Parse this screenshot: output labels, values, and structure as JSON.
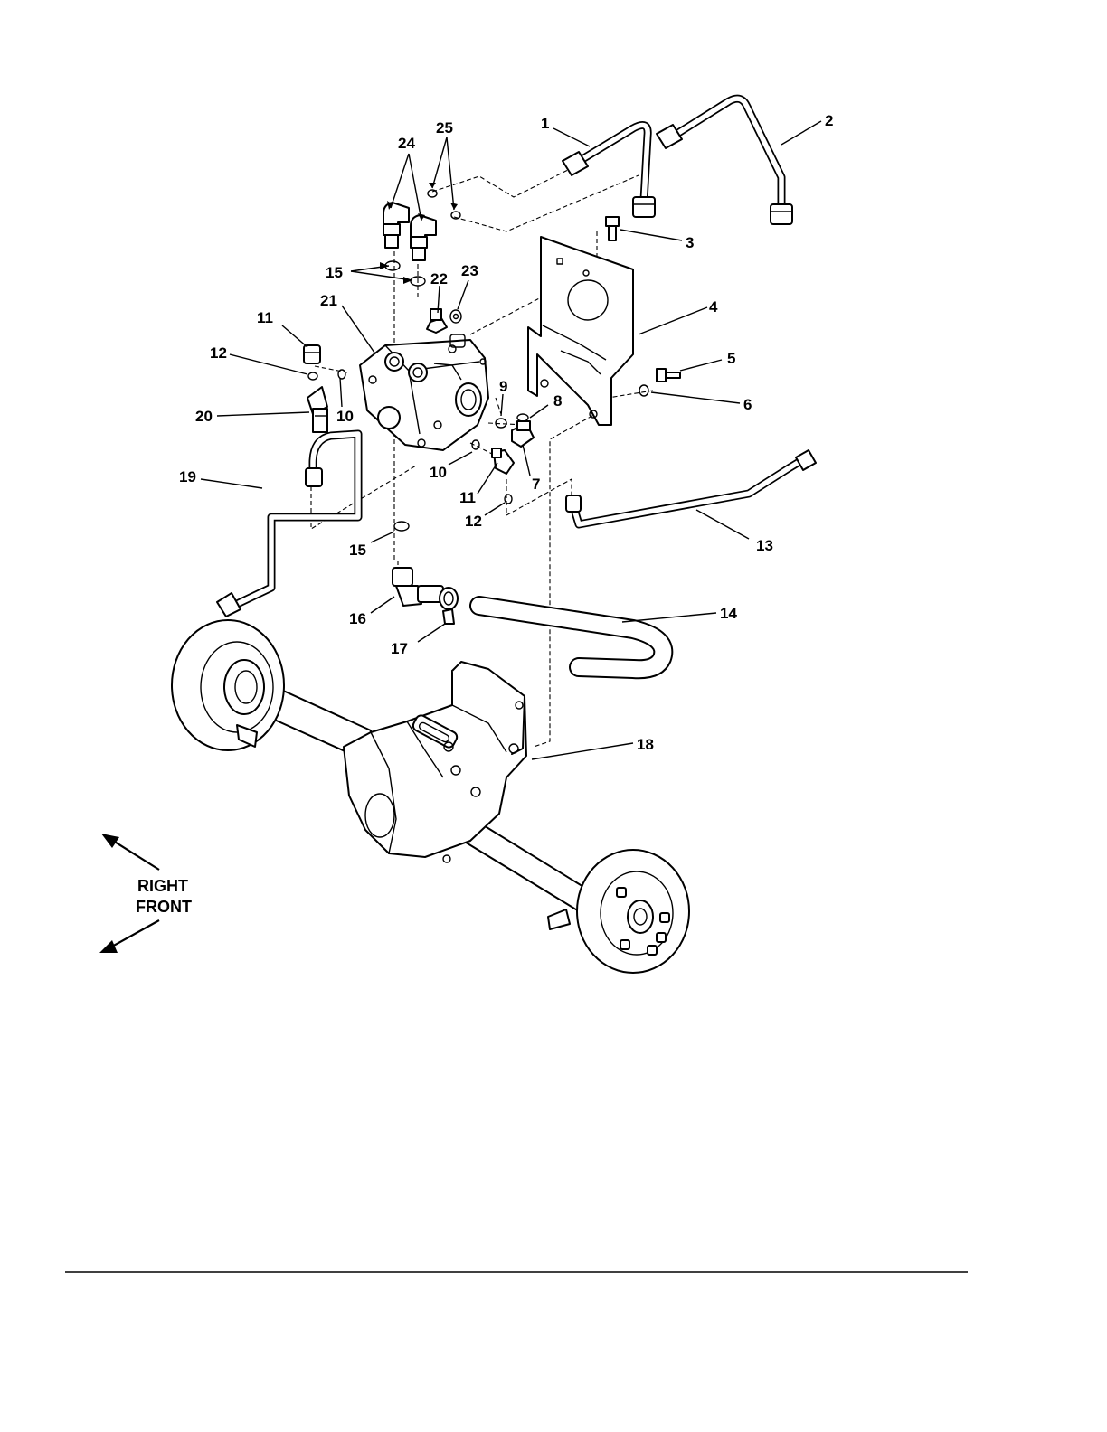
{
  "callouts": [
    {
      "id": "1",
      "text": "1"
    },
    {
      "id": "2",
      "text": "2"
    },
    {
      "id": "3",
      "text": "3"
    },
    {
      "id": "4",
      "text": "4"
    },
    {
      "id": "5",
      "text": "5"
    },
    {
      "id": "6",
      "text": "6"
    },
    {
      "id": "7",
      "text": "7"
    },
    {
      "id": "8",
      "text": "8"
    },
    {
      "id": "9",
      "text": "9"
    },
    {
      "id": "10a",
      "text": "10"
    },
    {
      "id": "10b",
      "text": "10"
    },
    {
      "id": "11a",
      "text": "11"
    },
    {
      "id": "11b",
      "text": "11"
    },
    {
      "id": "12a",
      "text": "12"
    },
    {
      "id": "12b",
      "text": "12"
    },
    {
      "id": "13",
      "text": "13"
    },
    {
      "id": "14",
      "text": "14"
    },
    {
      "id": "15a",
      "text": "15"
    },
    {
      "id": "15b",
      "text": "15"
    },
    {
      "id": "16",
      "text": "16"
    },
    {
      "id": "17",
      "text": "17"
    },
    {
      "id": "18",
      "text": "18"
    },
    {
      "id": "19",
      "text": "19"
    },
    {
      "id": "20",
      "text": "20"
    },
    {
      "id": "21",
      "text": "21"
    },
    {
      "id": "22",
      "text": "22"
    },
    {
      "id": "23",
      "text": "23"
    },
    {
      "id": "24",
      "text": "24"
    },
    {
      "id": "25",
      "text": "25"
    }
  ],
  "direction": {
    "right": "RIGHT",
    "front": "FRONT"
  }
}
